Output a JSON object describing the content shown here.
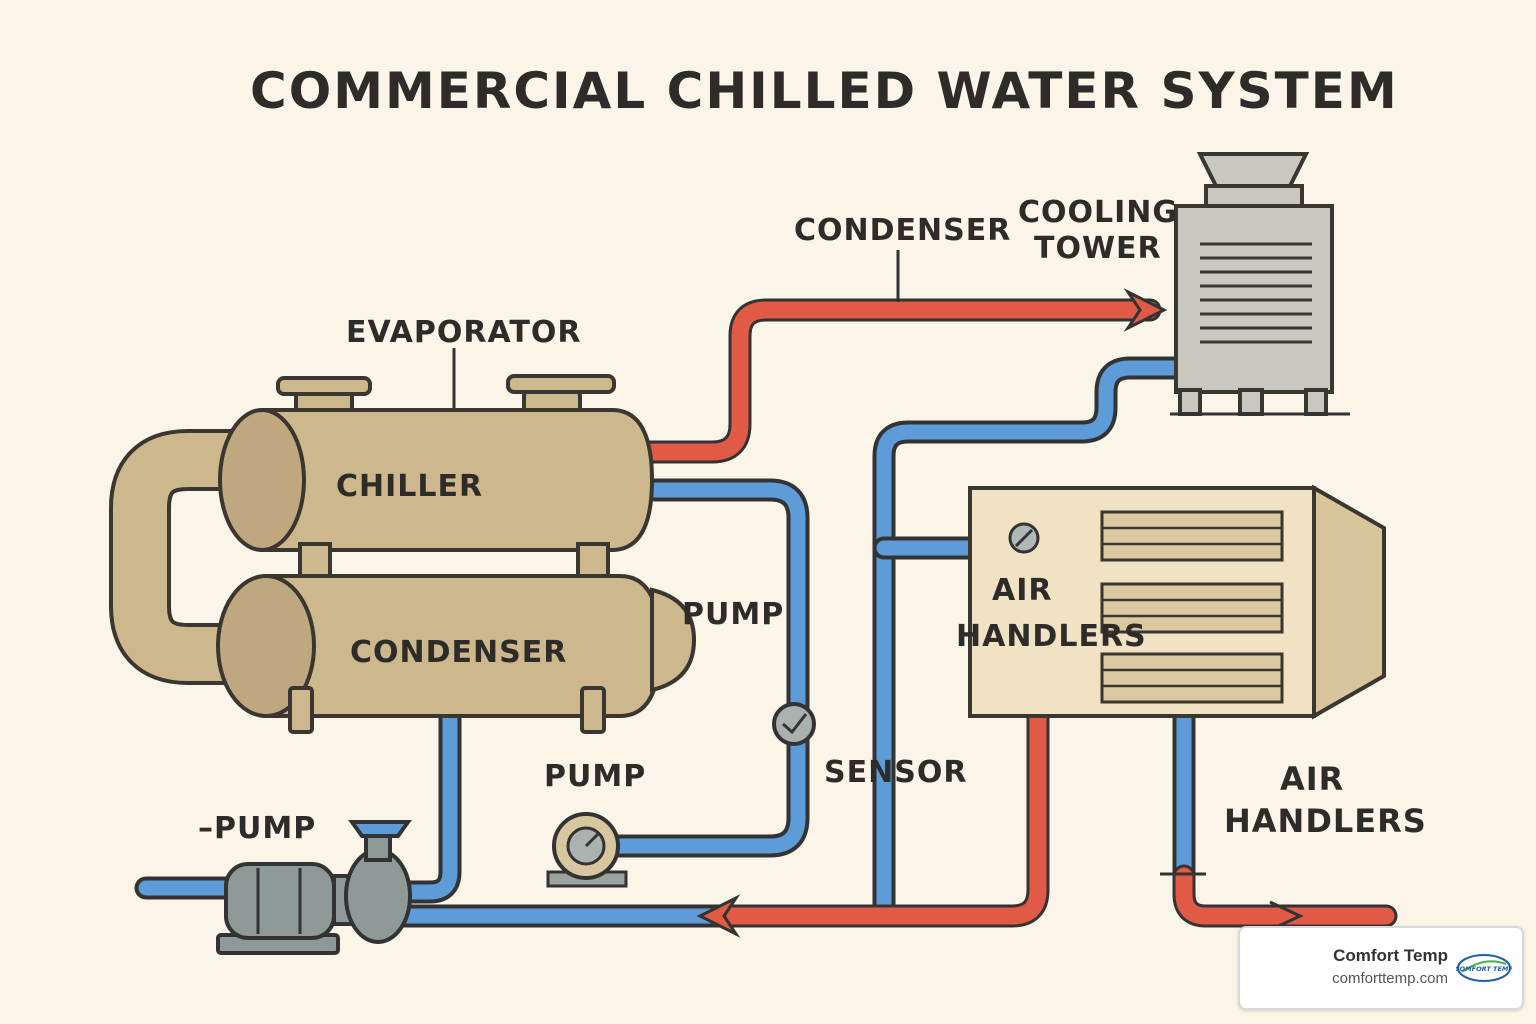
{
  "title": "COMMERCIAL CHILLED WATER SYSTEM",
  "labels": {
    "evaporator": "EVAPORATOR",
    "chiller": "CHILLER",
    "condenser_unit": "CONDENSER",
    "condenser_line": "CONDENSER",
    "cooling_tower_line1": "COOLING",
    "cooling_tower_line2": "TOWER",
    "pump_right": "PUMP",
    "pump_middle": "PUMP",
    "pump_left": "–PUMP",
    "sensor": "SENSOR",
    "air_handlers_unit_line1": "AIR",
    "air_handlers_unit_line2": "HANDLERS",
    "air_handlers_side_line1": "AIR",
    "air_handlers_side_line2": "HANDLERS"
  },
  "brand": {
    "name": "Comfort Temp",
    "url": "comforttemp.com",
    "logo_text": "COMFORT TEMP"
  },
  "colors": {
    "background": "#fbf4e8",
    "hot_pipe": "#e15a45",
    "cold_pipe": "#5d9cd8",
    "tank": "#cdb78d",
    "outline": "#3a3630"
  },
  "icons": [
    "chiller-icon",
    "condenser-icon",
    "cooling-tower-icon",
    "air-handler-icon",
    "pump-icon",
    "gauge-icon",
    "sensor-icon",
    "arrow-icon"
  ]
}
